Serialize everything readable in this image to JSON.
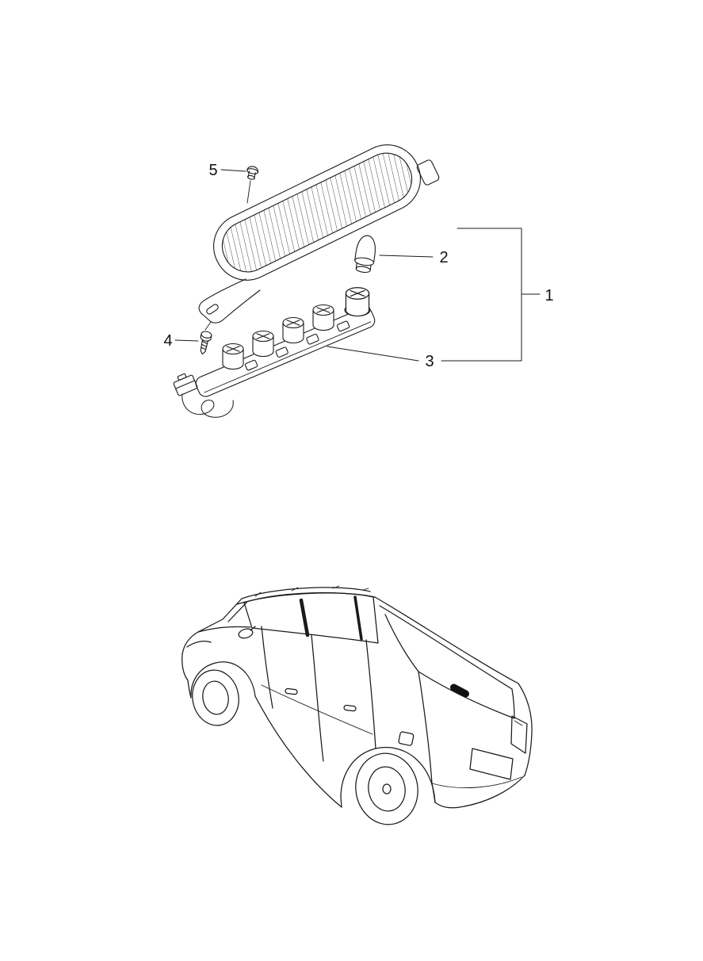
{
  "colors": {
    "background": "#ffffff",
    "line": "#1a1a1a"
  },
  "diagram": {
    "callouts": {
      "item1": "1",
      "item2": "2",
      "item3": "3",
      "item4": "4",
      "item5": "5"
    }
  }
}
